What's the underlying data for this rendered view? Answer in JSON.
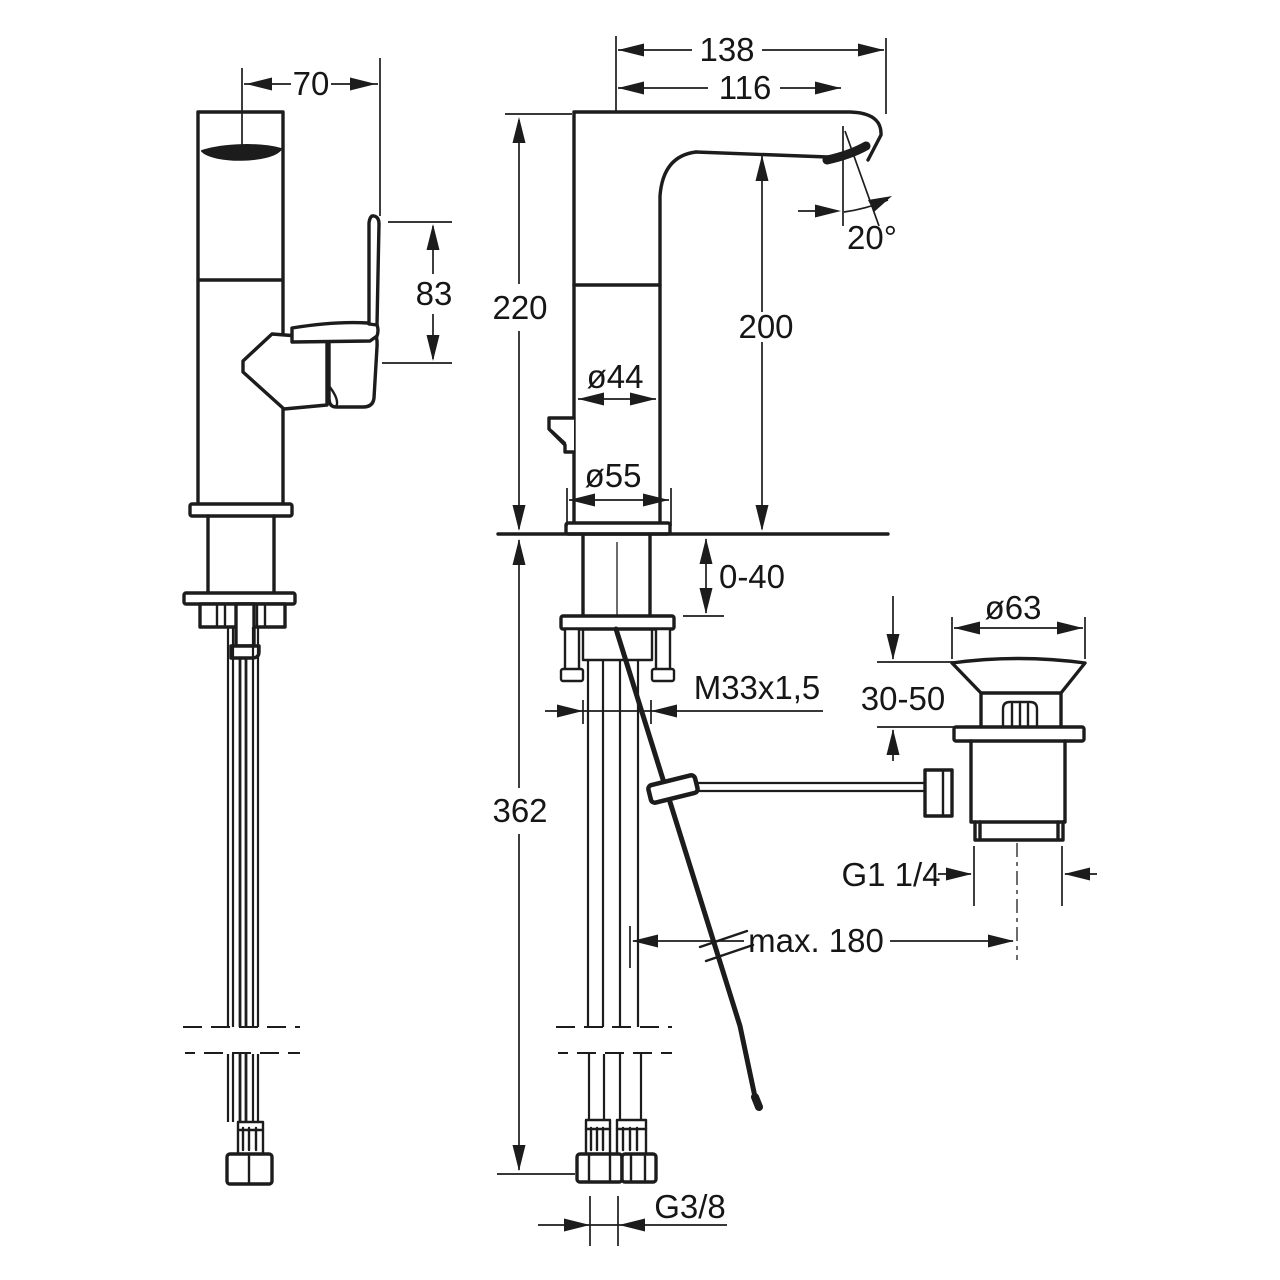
{
  "diagram": {
    "background": "#ffffff",
    "line_color": "#1c1c1c",
    "dimensions": {
      "handle_offset": "70",
      "lever_height": "83",
      "spout_reach_total": "138",
      "spout_reach": "116",
      "spout_angle": "20°",
      "total_height": "220",
      "spout_height": "200",
      "body_diameter": "ø44",
      "base_diameter": "ø55",
      "deck_thickness": "0-40",
      "shank_thread": "M33x1,5",
      "below_deck_length": "362",
      "waste_flange_diameter": "ø63",
      "waste_clamp_range": "30-50",
      "waste_thread": "G1 1/4",
      "rod_reach": "max. 180",
      "hose_thread": "G3/8"
    }
  }
}
